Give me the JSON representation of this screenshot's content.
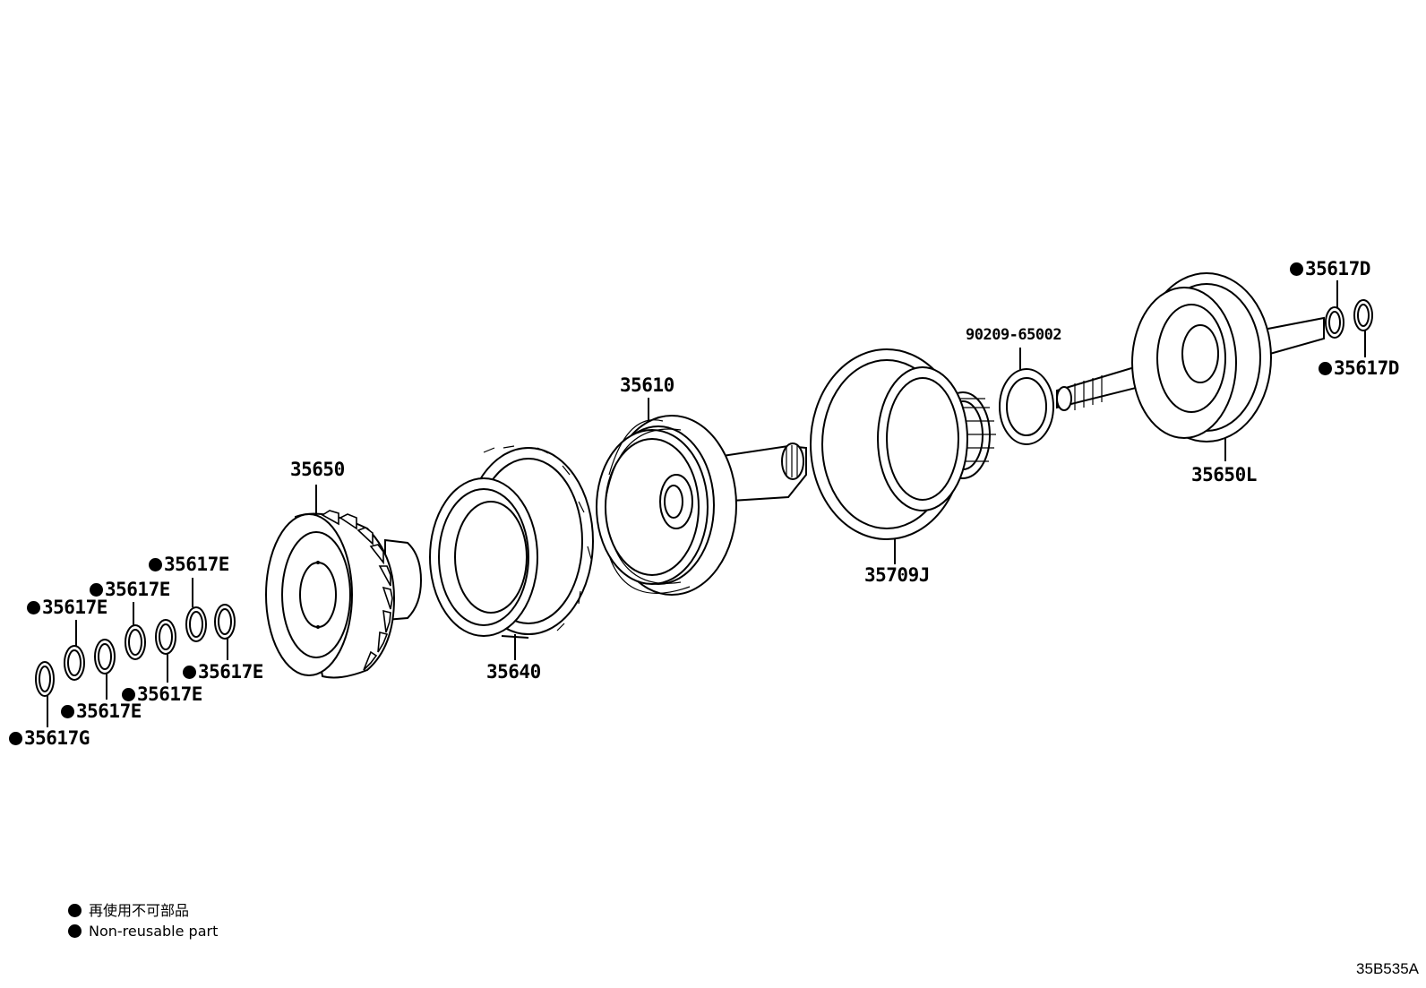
{
  "diagram": {
    "parts": [
      {
        "id": "p35650",
        "number": "35650",
        "non_reusable": false
      },
      {
        "id": "p35640",
        "number": "35640",
        "non_reusable": false
      },
      {
        "id": "p35610",
        "number": "35610",
        "non_reusable": false
      },
      {
        "id": "p35709j",
        "number": "35709J",
        "non_reusable": false
      },
      {
        "id": "p90209",
        "number": "90209-65002",
        "non_reusable": false
      },
      {
        "id": "p35650l",
        "number": "35650L",
        "non_reusable": false
      },
      {
        "id": "p35617d_top",
        "number": "35617D",
        "non_reusable": true
      },
      {
        "id": "p35617d_bottom",
        "number": "35617D",
        "non_reusable": true
      },
      {
        "id": "p35617e_1",
        "number": "35617E",
        "non_reusable": true
      },
      {
        "id": "p35617e_2",
        "number": "35617E",
        "non_reusable": true
      },
      {
        "id": "p35617e_3",
        "number": "35617E",
        "non_reusable": true
      },
      {
        "id": "p35617e_4",
        "number": "35617E",
        "non_reusable": true
      },
      {
        "id": "p35617e_5",
        "number": "35617E",
        "non_reusable": true
      },
      {
        "id": "p35617e_6",
        "number": "35617E",
        "non_reusable": true
      },
      {
        "id": "p35617g",
        "number": "35617G",
        "non_reusable": true
      }
    ]
  },
  "legend": {
    "line_ja": "再使用不可部品",
    "line_en": "Non-reusable part"
  },
  "drawing_code": "35B535A"
}
